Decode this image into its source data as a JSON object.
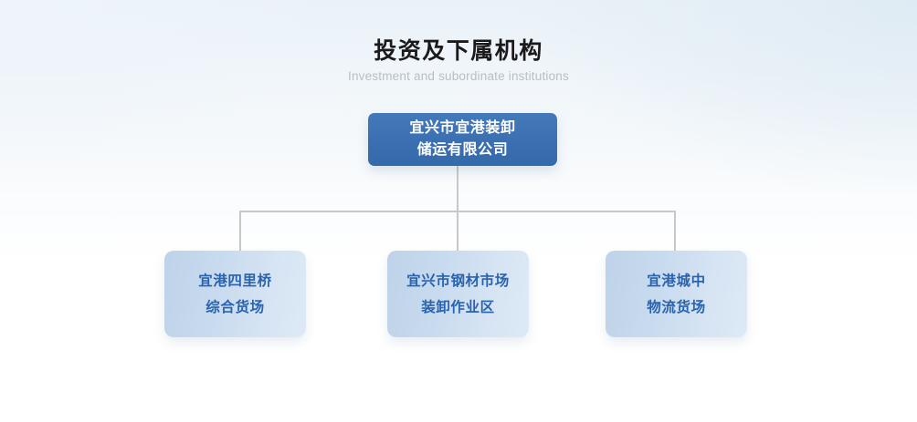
{
  "heading": {
    "title": "投资及下属机构",
    "subtitle": "Investment and subordinate institutions"
  },
  "colors": {
    "root_node_bg": "#3b73b3",
    "root_node_text": "#ffffff",
    "child_node_bg_start": "#bed2e9",
    "child_node_bg_end": "#dde9f6",
    "child_node_text": "#2a63ad",
    "connector_line": "#c8c8c8",
    "title_text": "#1a1a1a",
    "subtitle_text": "#b9bec4",
    "page_bg_top": "#eaf2f8",
    "page_bg_bottom": "#ffffff"
  },
  "chart": {
    "type": "org-chart",
    "root": {
      "label": "宜兴市宜港装卸\n储运有限公司",
      "label_plain": "宜兴市宜港装卸储运有限公司"
    },
    "children": [
      {
        "label": "宜港四里桥\n综合货场",
        "label_plain": "宜港四里桥综合货场"
      },
      {
        "label": "宜兴市钢材市场\n装卸作业区",
        "label_plain": "宜兴市钢材市场装卸作业区"
      },
      {
        "label": "宜港城中\n物流货场",
        "label_plain": "宜港城中物流货场"
      }
    ]
  }
}
